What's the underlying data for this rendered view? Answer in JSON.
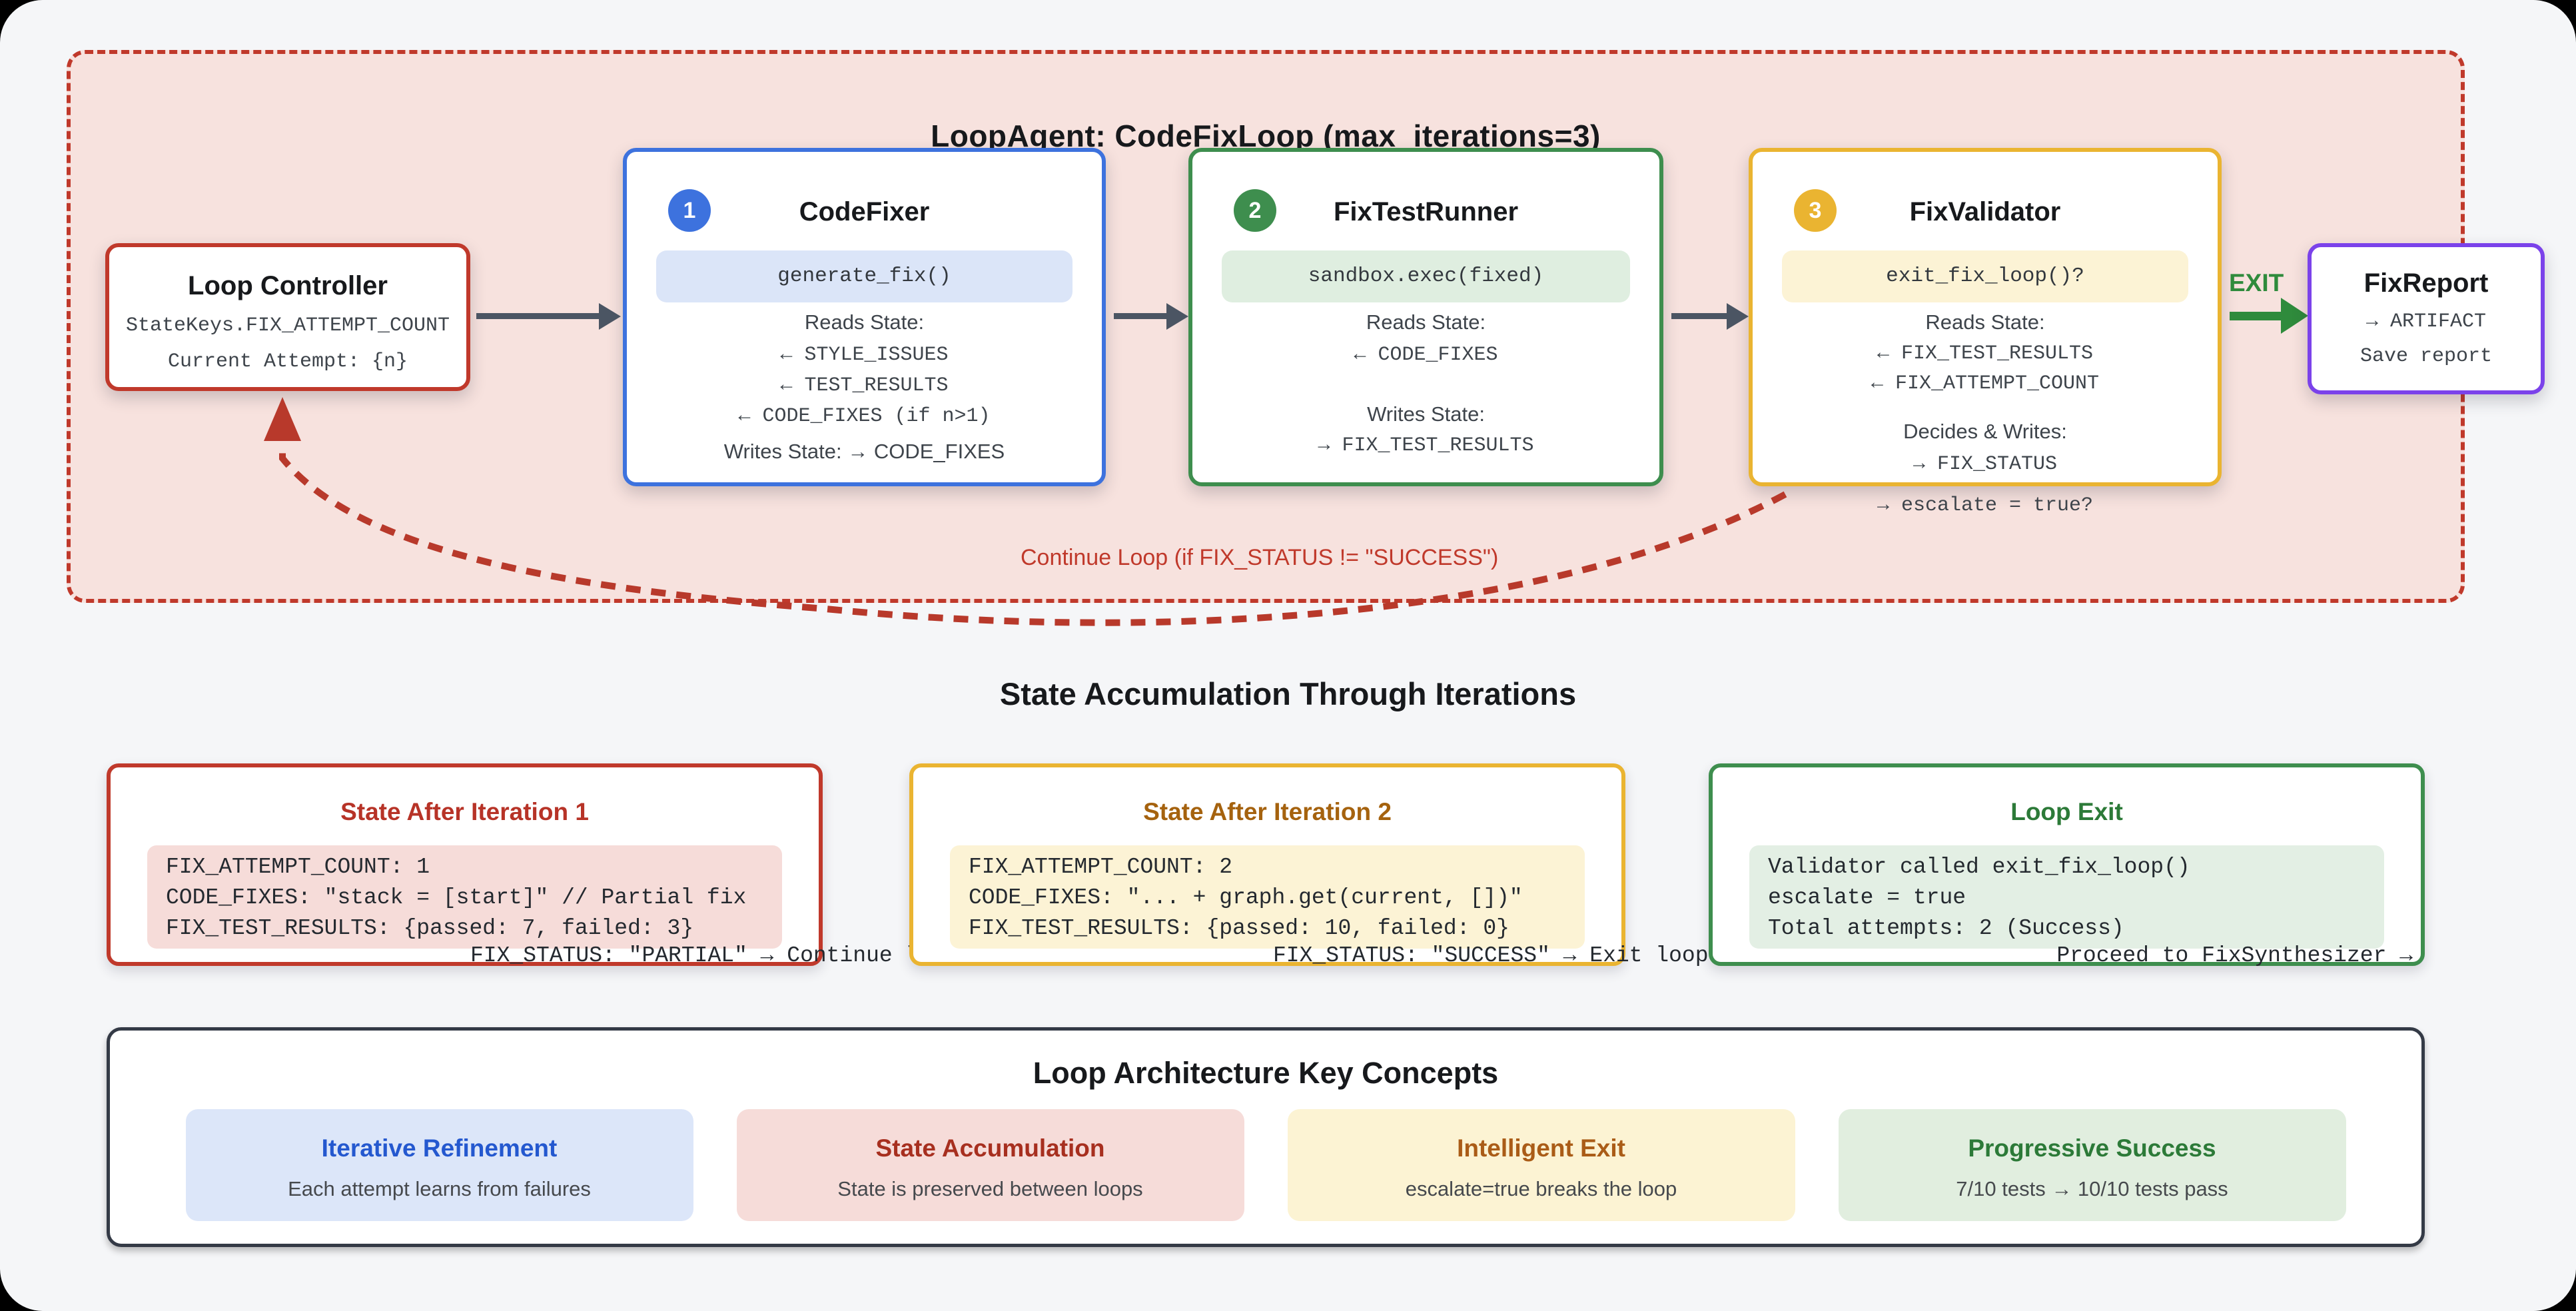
{
  "colors": {
    "red": "#c0392b",
    "pink-bg": "#f7e2de",
    "blue": "#3d72de",
    "green": "#3e8e4e",
    "amber": "#eab431",
    "purple": "#7b42ea",
    "exit-green": "#2f8b3c",
    "arrow": "#4b5563",
    "page-bg": "#f5f6f8"
  },
  "loop": {
    "title": "LoopAgent: CodeFixLoop (max_iterations=3)",
    "controller": {
      "title": "Loop Controller",
      "line1": "StateKeys.FIX_ATTEMPT_COUNT",
      "line2": "Current Attempt: {n}"
    },
    "agents": [
      {
        "num": "1",
        "title": "CodeFixer",
        "pill": "generate_fix()",
        "l0": "Reads State:",
        "l1": "← STYLE_ISSUES",
        "l2": "← TEST_RESULTS",
        "l3": "← CODE_FIXES (if n>1)",
        "l4": "Writes State: → CODE_FIXES"
      },
      {
        "num": "2",
        "title": "FixTestRunner",
        "pill": "sandbox.exec(fixed)",
        "l0": "Reads State:",
        "l1": "← CODE_FIXES",
        "l2": "Writes State:",
        "l3": "→ FIX_TEST_RESULTS"
      },
      {
        "num": "3",
        "title": "FixValidator",
        "pill": "exit_fix_loop()?",
        "l0": "Reads State:",
        "l1": "← FIX_TEST_RESULTS",
        "l2": "← FIX_ATTEMPT_COUNT",
        "l3": "Decides & Writes:",
        "l4": "→ FIX_STATUS",
        "l5": "→ escalate = true?"
      }
    ],
    "exit_label": "EXIT",
    "continue_label": "Continue Loop (if FIX_STATUS != \"SUCCESS\")",
    "report": {
      "title": "FixReport",
      "line1": "→ ARTIFACT",
      "line2": "Save report"
    }
  },
  "state_section": {
    "heading": "State Accumulation Through Iterations",
    "boxes": [
      {
        "title": "State After Iteration 1",
        "code": [
          "FIX_ATTEMPT_COUNT: 1",
          "CODE_FIXES: \"stack = [start]\" // Partial fix",
          "FIX_TEST_RESULTS: {passed: 7, failed: 3}"
        ],
        "overflow": "FIX_STATUS: \"PARTIAL\" → Continue loop"
      },
      {
        "title": "State After Iteration 2",
        "code": [
          "FIX_ATTEMPT_COUNT: 2",
          "CODE_FIXES: \"... + graph.get(current, [])\"",
          "FIX_TEST_RESULTS: {passed: 10, failed: 0}"
        ],
        "overflow": "FIX_STATUS: \"SUCCESS\" → Exit loop"
      },
      {
        "title": "Loop Exit",
        "code": [
          "Validator called exit_fix_loop()",
          "escalate = true",
          "Total attempts: 2 (Success)"
        ],
        "overflow": "Proceed to FixSynthesizer →"
      }
    ]
  },
  "concepts": {
    "title": "Loop Architecture Key Concepts",
    "items": [
      {
        "title": "Iterative Refinement",
        "desc": "Each attempt learns from failures"
      },
      {
        "title": "State Accumulation",
        "desc": "State is preserved between loops"
      },
      {
        "title": "Intelligent Exit",
        "desc": "escalate=true breaks the loop"
      },
      {
        "title": "Progressive Success",
        "desc": "7/10 tests → 10/10 tests pass"
      }
    ]
  }
}
